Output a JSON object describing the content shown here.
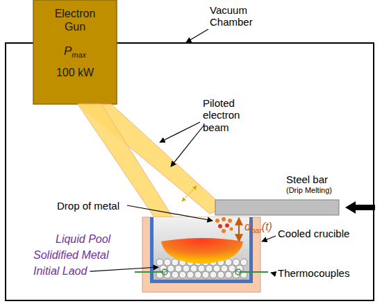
{
  "diagram": {
    "nodes": [
      {
        "text": [
          "Electron Gun",
          "P",
          "max",
          "100 kW"
        ]
      }
    ],
    "labels": [
      "Vacuum Chamber",
      "Piloted electron beam",
      "Steel bar",
      "(Drip Melting)",
      "Drop of metal",
      "d",
      "bar",
      "(t)",
      "Liquid Pool",
      "Solidified Metal",
      "Initial Laod",
      "Cooled crucible",
      "Thermocouples"
    ]
  }
}
